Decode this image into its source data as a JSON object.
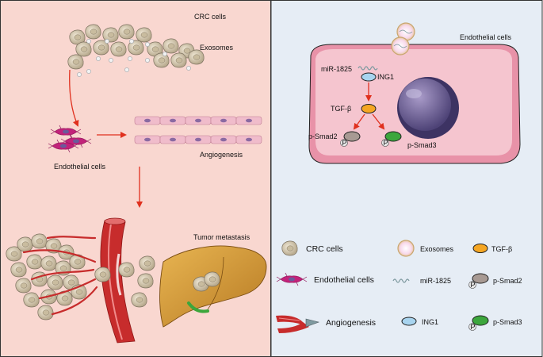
{
  "left_panel": {
    "crc_cells_label": "CRC cells",
    "exosomes_label": "Exosomes",
    "angiogenesis_label": "Angiogenesis",
    "endothelial_cells_label": "Endothelial cells",
    "tumor_metastasis_label": "Tumor metastasis"
  },
  "cell_diagram": {
    "endothelial_cells_label": "Endothelial cells",
    "mir_label": "miR-1825",
    "ing1_label": "ING1",
    "tgfb_label": "TGF-β",
    "psmad2_label": "p-Smad2",
    "psmad3_label": "p-Smad3",
    "p_marker": "P"
  },
  "legend": [
    {
      "key": "crc",
      "label": "CRC cells"
    },
    {
      "key": "exosomes",
      "label": "Exosomes"
    },
    {
      "key": "tgfb",
      "label": "TGF-β"
    },
    {
      "key": "endothelial",
      "label": "Endothelial cells"
    },
    {
      "key": "mir",
      "label": "miR-1825"
    },
    {
      "key": "psmad2",
      "label": "p-Smad2"
    },
    {
      "key": "angiogenesis",
      "label": "Angiogenesis"
    },
    {
      "key": "ing1",
      "label": "ING1"
    },
    {
      "key": "psmad3",
      "label": "p-Smad3"
    }
  ],
  "colors": {
    "left_bg": "#f9d7d0",
    "right_bg": "#e6edf5",
    "cell_membrane": "#e892a8",
    "cell_fill": "#f5c5cf",
    "nucleus": "#7a6d9f",
    "arrow": "#e0301e",
    "ing1": "#a8d4ef",
    "tgfb": "#f5a623",
    "psmad2": "#a89a93",
    "psmad3": "#3ca63c",
    "crc_cell": "#d6cbb4",
    "vessel": "#c72c2c",
    "liver": "#d39a3a"
  }
}
